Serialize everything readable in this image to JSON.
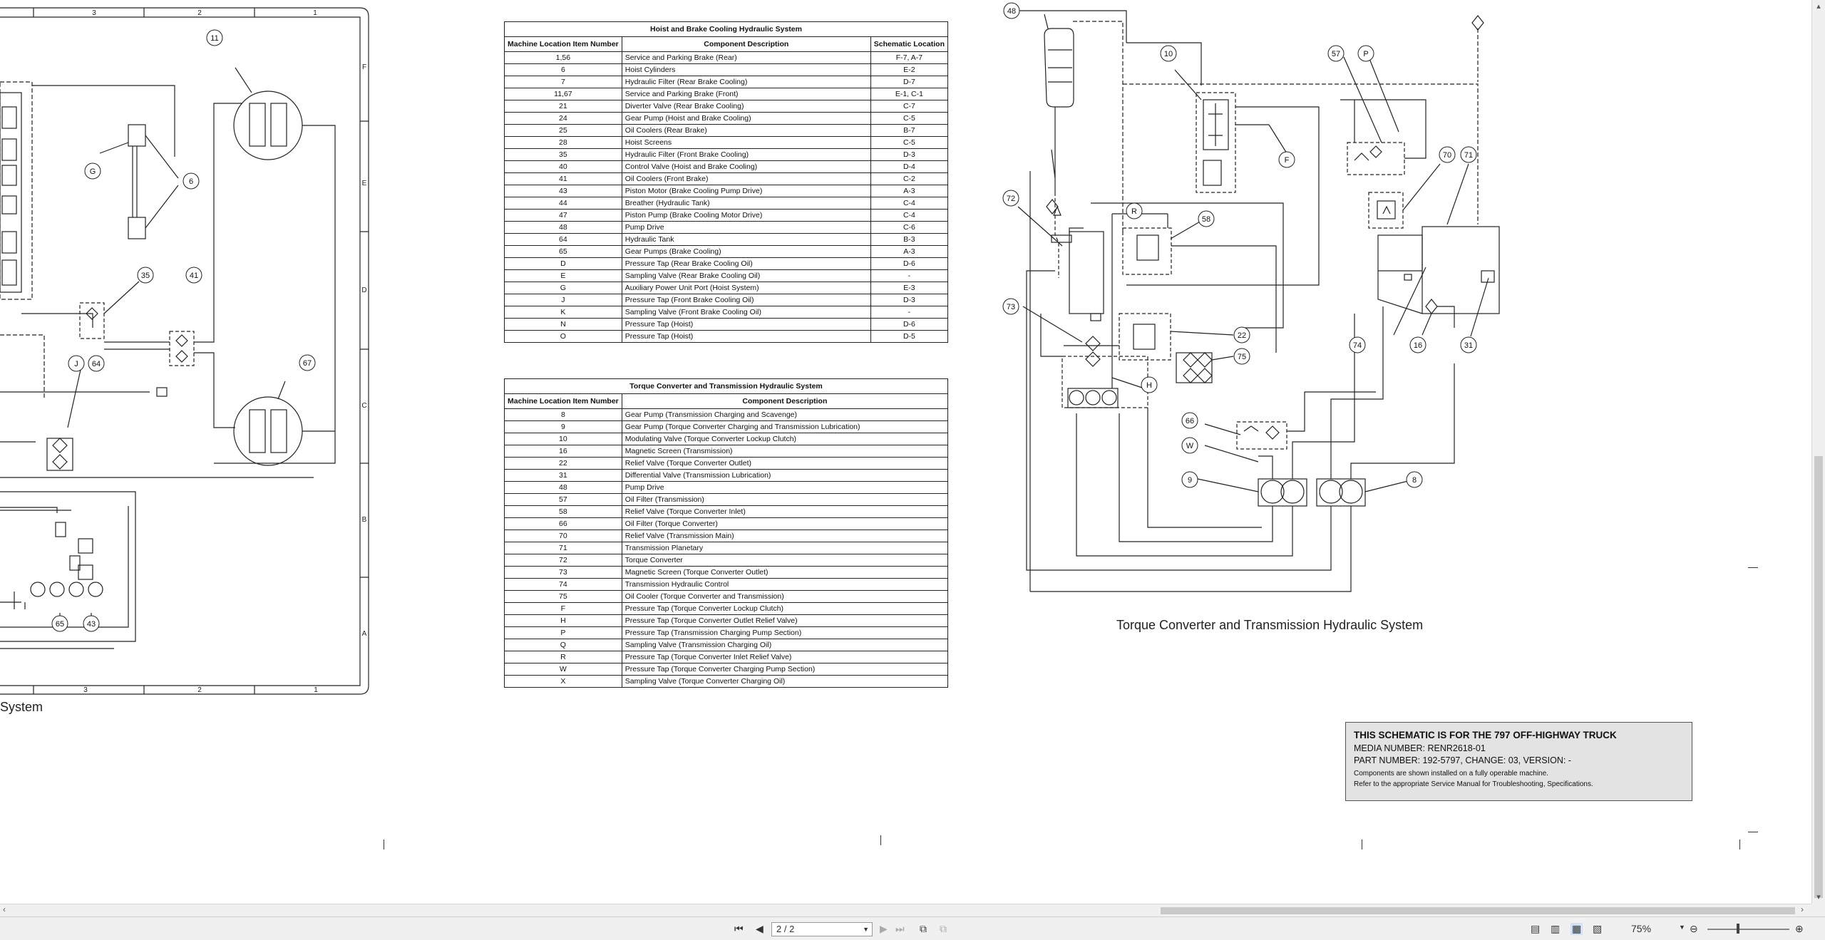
{
  "left_schematic": {
    "grid_cols": [
      "3",
      "2",
      "1"
    ],
    "grid_rows": [
      "F",
      "E",
      "D",
      "C",
      "B",
      "A"
    ],
    "callouts": [
      "11",
      "G",
      "6",
      "35",
      "41",
      "J",
      "64",
      "67",
      "65",
      "43"
    ],
    "caption_fragment": "System"
  },
  "hoist_table": {
    "title": "Hoist and Brake Cooling Hydraulic System",
    "headers": [
      "Machine Location Item Number",
      "Component Description",
      "Schematic Location"
    ],
    "rows": [
      [
        "1,56",
        "Service and Parking Brake (Rear)",
        "F-7, A-7"
      ],
      [
        "6",
        "Hoist Cylinders",
        "E-2"
      ],
      [
        "7",
        "Hydraulic Filter (Rear Brake Cooling)",
        "D-7"
      ],
      [
        "11,67",
        "Service and Parking Brake (Front)",
        "E-1, C-1"
      ],
      [
        "21",
        "Diverter Valve (Rear Brake Cooling)",
        "C-7"
      ],
      [
        "24",
        "Gear Pump (Hoist and Brake Cooling)",
        "C-5"
      ],
      [
        "25",
        "Oil Coolers (Rear Brake)",
        "B-7"
      ],
      [
        "28",
        "Hoist Screens",
        "C-5"
      ],
      [
        "35",
        "Hydraulic Filter (Front Brake Cooling)",
        "D-3"
      ],
      [
        "40",
        "Control Valve (Hoist and Brake Cooling)",
        "D-4"
      ],
      [
        "41",
        "Oil Coolers (Front Brake)",
        "C-2"
      ],
      [
        "43",
        "Piston Motor (Brake Cooling Pump Drive)",
        "A-3"
      ],
      [
        "44",
        "Breather (Hydraulic Tank)",
        "C-4"
      ],
      [
        "47",
        "Piston Pump (Brake Cooling Motor Drive)",
        "C-4"
      ],
      [
        "48",
        "Pump Drive",
        "C-6"
      ],
      [
        "64",
        "Hydraulic Tank",
        "B-3"
      ],
      [
        "65",
        "Gear Pumps (Brake Cooling)",
        "A-3"
      ],
      [
        "D",
        "Pressure Tap (Rear Brake Cooling Oil)",
        "D-6"
      ],
      [
        "E",
        "Sampling Valve (Rear Brake Cooling Oil)",
        "-"
      ],
      [
        "G",
        "Auxiliary Power Unit Port (Hoist System)",
        "E-3"
      ],
      [
        "J",
        "Pressure Tap (Front Brake Cooling Oil)",
        "D-3"
      ],
      [
        "K",
        "Sampling Valve (Front Brake Cooling Oil)",
        "-"
      ],
      [
        "N",
        "Pressure Tap (Hoist)",
        "D-6"
      ],
      [
        "O",
        "Pressure Tap (Hoist)",
        "D-5"
      ]
    ]
  },
  "torque_table": {
    "title": "Torque Converter and Transmission Hydraulic System",
    "headers": [
      "Machine Location Item Number",
      "Component Description"
    ],
    "rows": [
      [
        "8",
        "Gear Pump (Transmission Charging and Scavenge)"
      ],
      [
        "9",
        "Gear Pump (Torque Converter Charging and Transmission Lubrication)"
      ],
      [
        "10",
        "Modulating Valve (Torque Converter Lockup Clutch)"
      ],
      [
        "16",
        "Magnetic Screen (Transmission)"
      ],
      [
        "22",
        "Relief Valve (Torque Converter Outlet)"
      ],
      [
        "31",
        "Differential Valve (Transmission Lubrication)"
      ],
      [
        "48",
        "Pump Drive"
      ],
      [
        "57",
        "Oil Filter (Transmission)"
      ],
      [
        "58",
        "Relief Valve (Torque Converter Inlet)"
      ],
      [
        "66",
        "Oil Filter (Torque Converter)"
      ],
      [
        "70",
        "Relief Valve (Transmission Main)"
      ],
      [
        "71",
        "Transmission Planetary"
      ],
      [
        "72",
        "Torque Converter"
      ],
      [
        "73",
        "Magnetic Screen (Torque Converter Outlet)"
      ],
      [
        "74",
        "Transmission Hydraulic Control"
      ],
      [
        "75",
        "Oil Cooler (Torque Converter and Transmission)"
      ],
      [
        "F",
        "Pressure Tap (Torque Converter Lockup Clutch)"
      ],
      [
        "H",
        "Pressure Tap (Torque Converter Outlet Relief Valve)"
      ],
      [
        "P",
        "Pressure Tap (Transmission Charging Pump Section)"
      ],
      [
        "Q",
        "Sampling Valve (Transmission Charging Oil)"
      ],
      [
        "R",
        "Pressure Tap (Torque Converter Inlet Relief Valve)"
      ],
      [
        "W",
        "Pressure Tap (Torque Converter Charging Pump Section)"
      ],
      [
        "X",
        "Sampling Valve (Torque Converter Charging Oil)"
      ]
    ]
  },
  "right_schematic": {
    "callouts": [
      "48",
      "10",
      "57",
      "P",
      "F",
      "70",
      "71",
      "72",
      "R",
      "58",
      "73",
      "22",
      "75",
      "H",
      "74",
      "16",
      "31",
      "66",
      "W",
      "9",
      "8"
    ],
    "caption": "Torque Converter and Transmission Hydraulic System"
  },
  "info_box": {
    "line1": "THIS SCHEMATIC IS FOR THE 797 OFF-HIGHWAY TRUCK",
    "line2": "MEDIA NUMBER: RENR2618-01",
    "line3": "PART NUMBER: 192-5797, CHANGE: 03, VERSION: -",
    "line4": "Components are shown installed on a fully operable machine.",
    "line5": "Refer to the appropriate Service Manual for Troubleshooting, Specifications."
  },
  "statusbar": {
    "page_value": "2 / 2",
    "zoom_label": "75%"
  },
  "icons": {
    "first_page": "first-page-icon",
    "prev_page": "prev-page-icon",
    "next_page": "next-page-icon",
    "last_page": "last-page-icon",
    "single_page": "single-page-view-icon",
    "continuous": "continuous-view-icon",
    "two_page": "two-page-view-icon",
    "book": "book-view-icon",
    "zoom_out": "zoom-out-icon",
    "zoom_in": "zoom-in-icon"
  }
}
